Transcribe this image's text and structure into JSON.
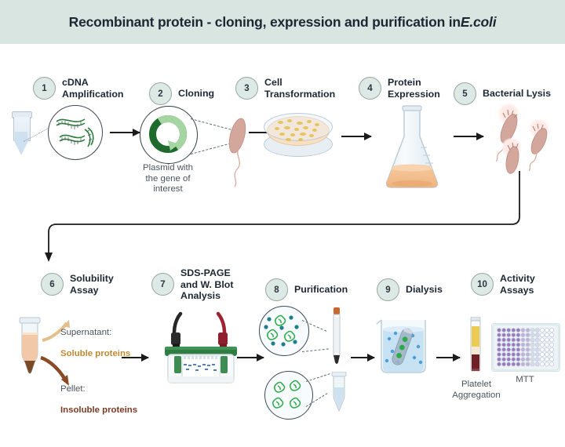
{
  "header": {
    "title_main": "Recombinant protein - cloning, expression and purification in ",
    "title_italic": "E.coli"
  },
  "steps": [
    {
      "number": "1",
      "label": "cDNA\nAmplification"
    },
    {
      "number": "2",
      "label": "Cloning"
    },
    {
      "number": "3",
      "label": "Cell\nTransformation"
    },
    {
      "number": "4",
      "label": "Protein\nExpression"
    },
    {
      "number": "5",
      "label": "Bacterial Lysis"
    },
    {
      "number": "6",
      "label": "Solubility\nAssay"
    },
    {
      "number": "7",
      "label": "SDS-PAGE\nand W. Blot\nAnalysis"
    },
    {
      "number": "8",
      "label": "Purification"
    },
    {
      "number": "9",
      "label": "Dialysis"
    },
    {
      "number": "10",
      "label": "Activity\nAssays"
    }
  ],
  "captions": {
    "plasmid": "Plasmid with\nthe gene of\ninterest",
    "supernatant_title": "Supernatant:",
    "supernatant_value": "Soluble proteins",
    "pellet_title": "Pellet:",
    "pellet_value": "Insoluble proteins",
    "platelet": "Platelet\nAggregation",
    "mtt": "MTT"
  },
  "colors": {
    "header_band": "#d8e5e1",
    "badge_fill": "#dde9e5",
    "badge_border": "#9aa7a6",
    "text_dark": "#1d2733",
    "dna_green": "#2f7d3c",
    "plasmid_dark_green": "#1f6b2e",
    "plasmid_light_green": "#a6d5a4",
    "bacteria_pink": "#d3a79c",
    "agar_cream": "#fae0c3",
    "colony_gold": "#e0c04c",
    "flask_orange": "#f3c393",
    "gel_green": "#2f7d43",
    "cable_black": "#262626",
    "cable_red": "#9e2230",
    "protein_green": "#2bab4a",
    "buffer_teal": "#1f7d8c",
    "dialysis_blue": "#4a9fd8",
    "soluble_orange": "#c08a33",
    "insoluble_brown": "#7c3a25",
    "mtt_purple": "#9a78bd",
    "arrow_black": "#1b1b1b"
  }
}
